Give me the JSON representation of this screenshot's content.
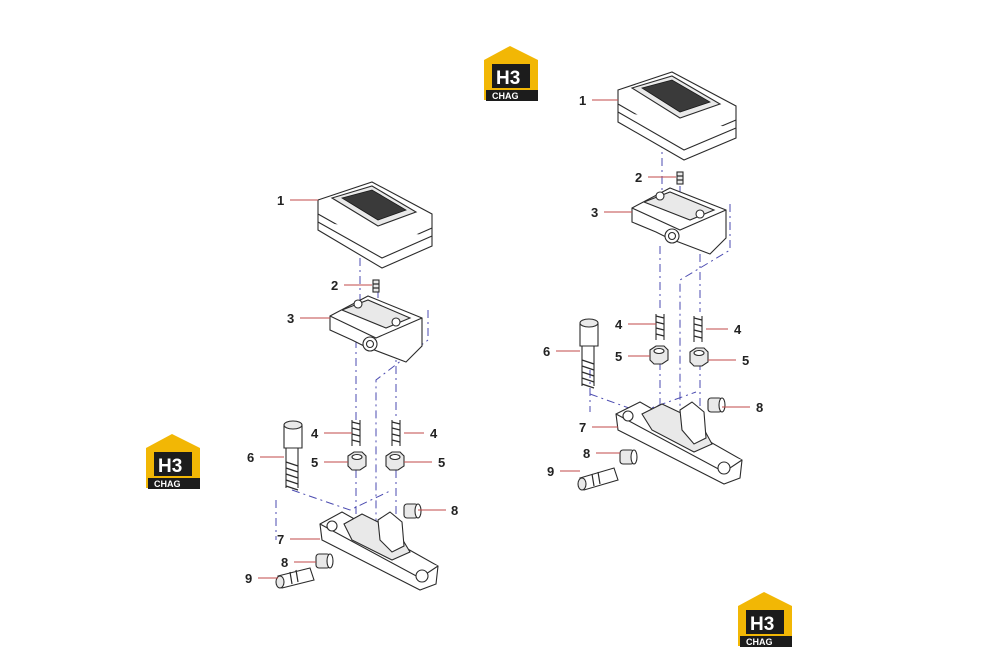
{
  "callouts": {
    "left": {
      "c1": "1",
      "c2": "2",
      "c3": "3",
      "c4a": "4",
      "c4b": "4",
      "c5a": "5",
      "c5b": "5",
      "c6": "6",
      "c7": "7",
      "c8a": "8",
      "c8b": "8",
      "c9": "9"
    },
    "right": {
      "c1": "1",
      "c2": "2",
      "c3": "3",
      "c4a": "4",
      "c4b": "4",
      "c5a": "5",
      "c5b": "5",
      "c6": "6",
      "c7": "7",
      "c8a": "8",
      "c8b": "8",
      "c9": "9"
    }
  },
  "logo": {
    "letters": "H3",
    "word": "CHAG",
    "accent": "#f2b705",
    "dark": "#1c1c1c"
  }
}
